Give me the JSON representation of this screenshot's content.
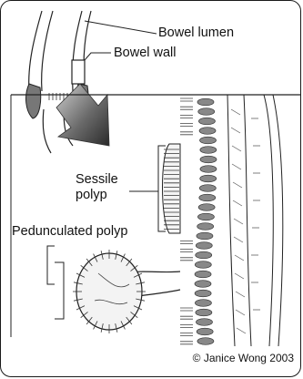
{
  "labels": {
    "bowel_lumen": "Bowel lumen",
    "bowel_wall": "Bowel wall",
    "sessile_line1": "Sessile",
    "sessile_line2": "polyp",
    "pedunculated": "Pedunculated polyp"
  },
  "credit": "© Janice Wong 2003"
}
